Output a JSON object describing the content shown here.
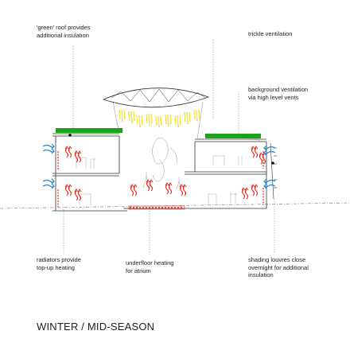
{
  "labels": {
    "green_roof": [
      "'green' roof provides",
      "additional insulation"
    ],
    "trickle": [
      "trickle ventilation"
    ],
    "background": [
      "background ventilation",
      "via high level vents"
    ],
    "radiators": [
      "radiators provide",
      "top-up heating"
    ],
    "underfloor": [
      "underfloor heating",
      "for atrium"
    ],
    "shading": [
      "shading louvres close",
      "overnight for additional",
      "insulation"
    ]
  },
  "title": "WINTER / MID-SEASON",
  "colors": {
    "line": "#333333",
    "green_roof": "#1aa51a",
    "heat": "#e0201a",
    "air": "#2a86c8",
    "sun": "#f2e24a"
  },
  "icons": [
    "heat-wave-icon",
    "air-flow-arrow-icon",
    "sun-ray-icon"
  ]
}
